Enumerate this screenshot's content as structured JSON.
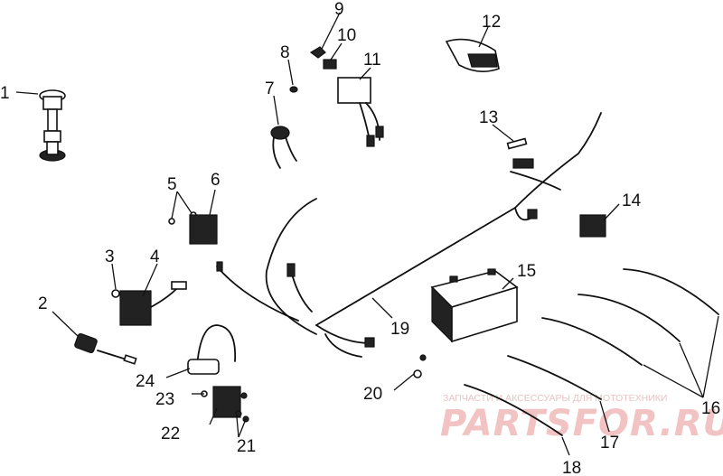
{
  "callouts": [
    "1",
    "2",
    "3",
    "4",
    "5",
    "6",
    "7",
    "8",
    "9",
    "10",
    "11",
    "12",
    "13",
    "14",
    "15",
    "16",
    "17",
    "18",
    "19",
    "20",
    "21",
    "22",
    "23",
    "24"
  ],
  "watermark": {
    "caption": "ЗАПЧАСТИ И АКСЕССУАРЫ ДЛЯ МОТОТЕХНИКИ",
    "brand": "PARTSFOR.RU"
  }
}
